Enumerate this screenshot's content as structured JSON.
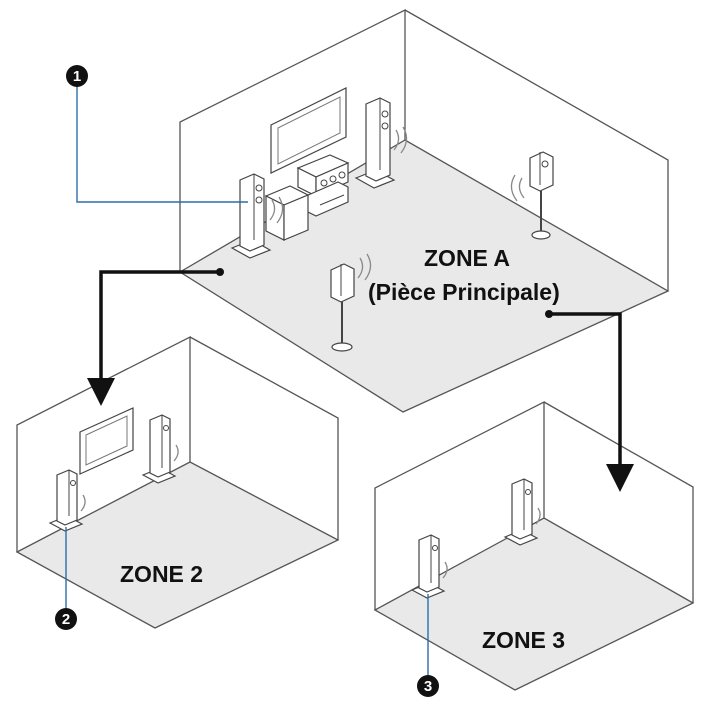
{
  "zones": {
    "main": {
      "title": "ZONE A",
      "subtitle": "(Pièce Principale)"
    },
    "zone2": {
      "title": "ZONE 2"
    },
    "zone3": {
      "title": "ZONE 3"
    }
  },
  "callouts": [
    "1",
    "2",
    "3"
  ],
  "colors": {
    "floor": "#e9e9e9",
    "walls": "#555555",
    "arrows": "#111111",
    "leader_lines": "#2a6fa8",
    "callout_badge": "#111111"
  },
  "icons": [
    "tv-icon",
    "av-receiver-icon",
    "subwoofer-icon",
    "tower-speaker-icon",
    "stand-speaker-icon",
    "sound-wave-icon"
  ]
}
